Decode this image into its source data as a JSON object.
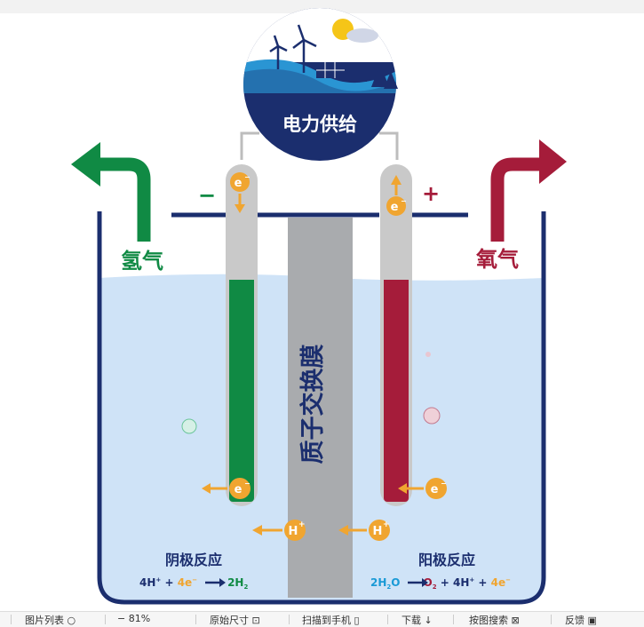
{
  "power_supply": "电力供给",
  "hydrogen": "氢气",
  "oxygen": "氧气",
  "membrane": "质子交换膜",
  "minus": "−",
  "plus": "+",
  "electron": "e",
  "proton": "H",
  "cathode": {
    "title": "阴极反应",
    "eq": {
      "a": "4H",
      "a_sup": "+",
      "b": " + ",
      "c": "4e",
      "c_sup": "−",
      "d": "2H",
      "d_sub": "2"
    }
  },
  "anode": {
    "title": "阳极反应",
    "eq": {
      "a": "2H",
      "a_sub": "2",
      "a2": "O",
      "b": "O",
      "b_sub": "2",
      "c": " + 4H",
      "c_sup": "+",
      "d": " + ",
      "e": "4e",
      "e_sup": "−"
    }
  },
  "colors": {
    "navy": "#1b2e6e",
    "green": "#108a44",
    "red": "#a51c3a",
    "orange": "#f0a530",
    "water": "#cfe3f7",
    "membrane": "#a9abae",
    "electrode": "#c9c9c9",
    "cyan": "#1a9ad6"
  },
  "toolbar": {
    "list": "图片列表",
    "zoom": "81%",
    "original": "原始尺寸",
    "phone": "扫描到手机",
    "download": "下载",
    "search": "按图搜索",
    "feedback": "反馈"
  }
}
